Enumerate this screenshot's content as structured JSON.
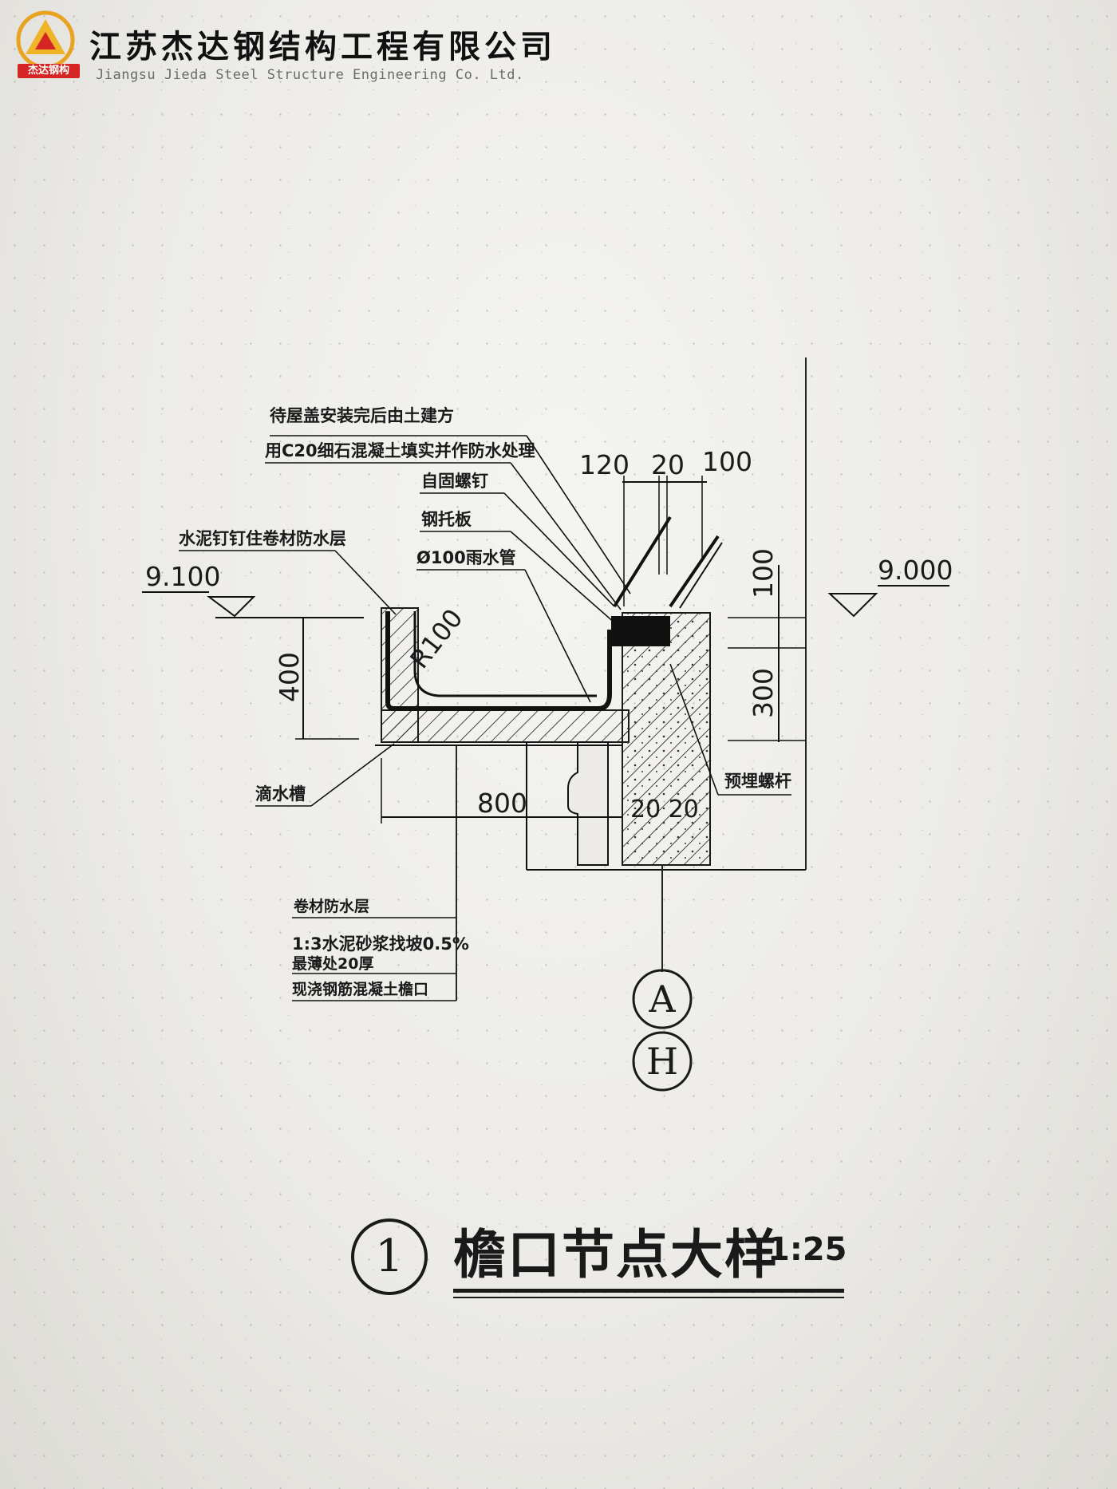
{
  "header": {
    "logo_text": "杰达钢构",
    "company_cn": "江苏杰达钢结构工程有限公司",
    "company_en": "Jiangsu Jieda Steel Structure Engineering Co. Ltd."
  },
  "annotations": {
    "note1_line1": "待屋盖安装完后由土建方",
    "note1_line2": "用C20细石混凝土填实并作防水处理",
    "self_drilling_screw": "自固螺钉",
    "steel_bracket": "钢托板",
    "downpipe": "Ø100雨水管",
    "waterproof_layer": "水泥钉钉住卷材防水层",
    "drip_groove": "滴水槽",
    "anchor_bolt": "预埋螺杆",
    "layer1": "卷材防水层",
    "layer2_line1": "1:3水泥砂浆找坡0.5%",
    "layer2_line2": "最薄处20厚",
    "layer3": "现浇钢筋混凝土檐口"
  },
  "dimensions": {
    "d120": "120",
    "d20": "20",
    "d100_top": "100",
    "d100_side": "100",
    "d300": "300",
    "d400": "400",
    "d800": "800",
    "d2020": "20 20",
    "radius": "R100"
  },
  "elevations": {
    "left": "9.100",
    "right": "9.000"
  },
  "axis_labels": {
    "a": "A",
    "h": "H"
  },
  "title": {
    "number": "1",
    "text": "檐口节点大样",
    "scale": "1:25"
  }
}
